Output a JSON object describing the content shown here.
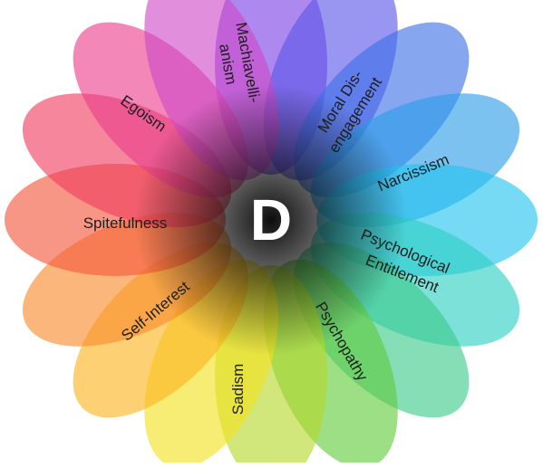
{
  "diagram": {
    "center_label": "D",
    "petals": [
      {
        "color": "#7b3fe4"
      },
      {
        "color": "#5a55e8"
      },
      {
        "color": "#3e6fe6"
      },
      {
        "color": "#2a9ce8"
      },
      {
        "color": "#22c3ef"
      },
      {
        "color": "#2ccfc1"
      },
      {
        "color": "#3bc98a"
      },
      {
        "color": "#5fcc3a"
      },
      {
        "color": "#b5d92a"
      },
      {
        "color": "#f3e21e"
      },
      {
        "color": "#fcb31f"
      },
      {
        "color": "#f88a2a"
      },
      {
        "color": "#f4553a"
      },
      {
        "color": "#ef3c5d"
      },
      {
        "color": "#ea3d8c"
      },
      {
        "color": "#cf48c8"
      }
    ],
    "labels": {
      "machiavellianism": [
        "Machiavelli-",
        "anism"
      ],
      "moral_disengagement": [
        "Moral Dis-",
        "engagement"
      ],
      "narcissism": [
        "Narcissism"
      ],
      "psychological_entitlement": [
        "Psychological",
        "Entitlement"
      ],
      "psychopathy": [
        "Psychopathy"
      ],
      "sadism": [
        "Sadism"
      ],
      "self_interest": [
        "Self-Interest"
      ],
      "spitefulness": [
        "Spitefulness"
      ],
      "egoism": [
        "Egoism"
      ]
    }
  }
}
